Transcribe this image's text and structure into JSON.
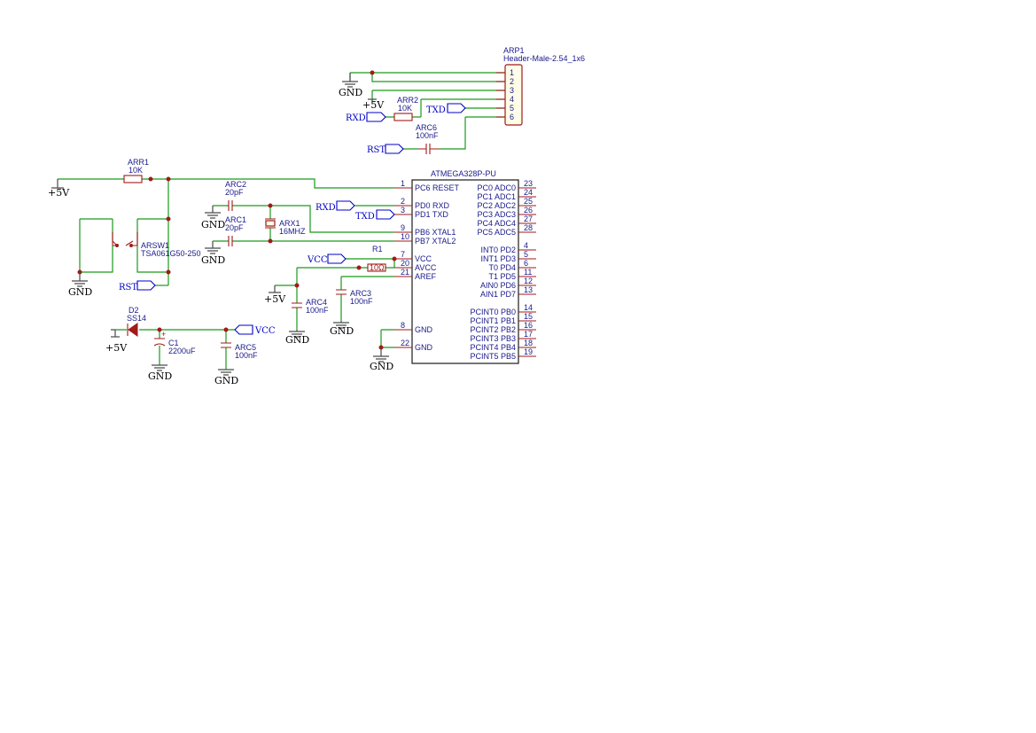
{
  "header": {
    "ref": "ARP1",
    "value": "Header-Male-2.54_1x6",
    "pins": [
      "1",
      "2",
      "3",
      "4",
      "5",
      "6"
    ]
  },
  "mcu": {
    "name": "ATMEGA328P-PU",
    "left_pins": [
      {
        "num": "1",
        "name": "PC6 RESET"
      },
      {
        "num": "2",
        "name": "PD0 RXD"
      },
      {
        "num": "3",
        "name": "PD1 TXD"
      },
      {
        "num": "9",
        "name": "PB6 XTAL1"
      },
      {
        "num": "10",
        "name": "PB7 XTAL2"
      },
      {
        "num": "7",
        "name": "VCC"
      },
      {
        "num": "20",
        "name": "AVCC"
      },
      {
        "num": "21",
        "name": "AREF"
      },
      {
        "num": "8",
        "name": "GND"
      },
      {
        "num": "22",
        "name": "GND"
      }
    ],
    "right_pins": [
      {
        "num": "23",
        "name": "PC0 ADC0"
      },
      {
        "num": "24",
        "name": "PC1 ADC1"
      },
      {
        "num": "25",
        "name": "PC2 ADC2"
      },
      {
        "num": "26",
        "name": "PC3 ADC3"
      },
      {
        "num": "27",
        "name": "PC4 ADC4"
      },
      {
        "num": "28",
        "name": "PC5 ADC5"
      },
      {
        "num": "4",
        "name": "INT0 PD2"
      },
      {
        "num": "5",
        "name": "INT1 PD3"
      },
      {
        "num": "6",
        "name": "T0 PD4"
      },
      {
        "num": "11",
        "name": "T1 PD5"
      },
      {
        "num": "12",
        "name": "AIN0 PD6"
      },
      {
        "num": "13",
        "name": "AIN1 PD7"
      },
      {
        "num": "14",
        "name": "PCINT0 PB0"
      },
      {
        "num": "15",
        "name": "PCINT1 PB1"
      },
      {
        "num": "16",
        "name": "PCINT2 PB2"
      },
      {
        "num": "17",
        "name": "PCINT3 PB3"
      },
      {
        "num": "18",
        "name": "PCINT4 PB4"
      },
      {
        "num": "19",
        "name": "PCINT5 PB5"
      }
    ]
  },
  "components": {
    "arr1": {
      "ref": "ARR1",
      "value": "10K"
    },
    "arr2": {
      "ref": "ARR2",
      "value": "10K"
    },
    "arc1": {
      "ref": "ARC1",
      "value": "20pF"
    },
    "arc2": {
      "ref": "ARC2",
      "value": "20pF"
    },
    "arc3": {
      "ref": "ARC3",
      "value": "100nF"
    },
    "arc4": {
      "ref": "ARC4",
      "value": "100nF"
    },
    "arc5": {
      "ref": "ARC5",
      "value": "100nF"
    },
    "arc6": {
      "ref": "ARC6",
      "value": "100nF"
    },
    "arx1": {
      "ref": "ARX1",
      "value": "16MHZ"
    },
    "arsw1": {
      "ref": "ARSW1",
      "value": "TSA061G50-250"
    },
    "r1": {
      "ref": "R1",
      "value": "10Ω"
    },
    "d2": {
      "ref": "D2",
      "value": "SS14"
    },
    "c1": {
      "ref": "C1",
      "value": "2200uF"
    }
  },
  "nets": {
    "gnd": "GND",
    "plus5v": "+5V",
    "vcc": "VCC",
    "rxd": "RXD",
    "txd": "TXD",
    "rst": "RST"
  },
  "colors": {
    "wire": "#1a9a1a",
    "component": "#a11a1a",
    "label": "#0000c8"
  }
}
